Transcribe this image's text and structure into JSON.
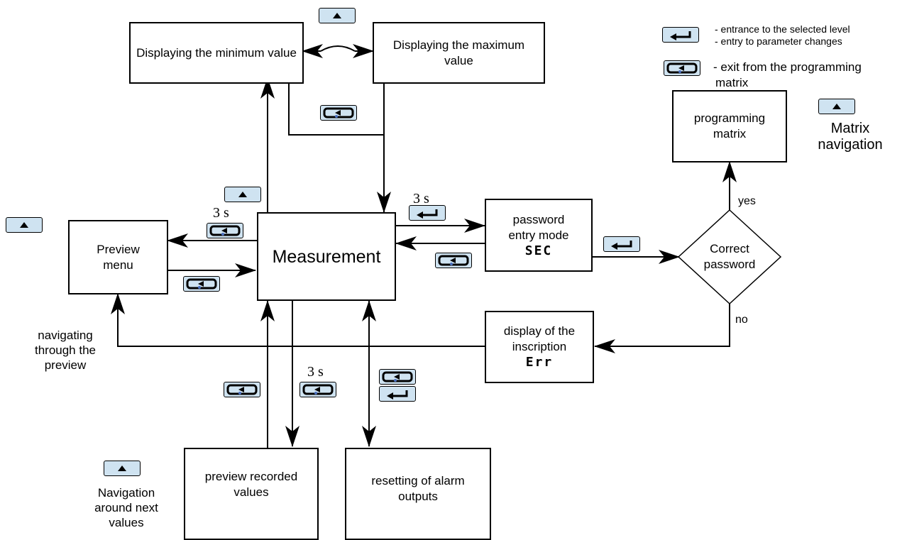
{
  "boxes": {
    "min": "Displaying the minimum value",
    "max": "Displaying the maximum value",
    "measurement": "Measurement",
    "preview": "Preview menu",
    "password": "password entry mode",
    "password_code": "SEC",
    "matrix": "programming matrix",
    "decision": "Correct password",
    "error": "display of the inscription",
    "error_code": "Err",
    "recorded": "preview recorded values",
    "alarm": "resetting of alarm outputs"
  },
  "labels": {
    "yes": "yes",
    "no": "no",
    "three_s": "3 s",
    "navigating_preview": "navigating\nthrough the\npreview",
    "navigation_values": "Navigation\naround next\nvalues",
    "matrix_navigation": "Matrix\nnavigation"
  },
  "legend": {
    "enter_line1": "- entrance to the selected level",
    "enter_line2": "- entry to parameter changes",
    "exit_line1": "- exit from the programming",
    "exit_line2": "matrix"
  },
  "icons": {
    "up_key": "up-arrow-key-icon",
    "enter_key": "enter-key-icon",
    "exit_key": "exit-key-icon",
    "key_fill": "#cfe3f1"
  }
}
